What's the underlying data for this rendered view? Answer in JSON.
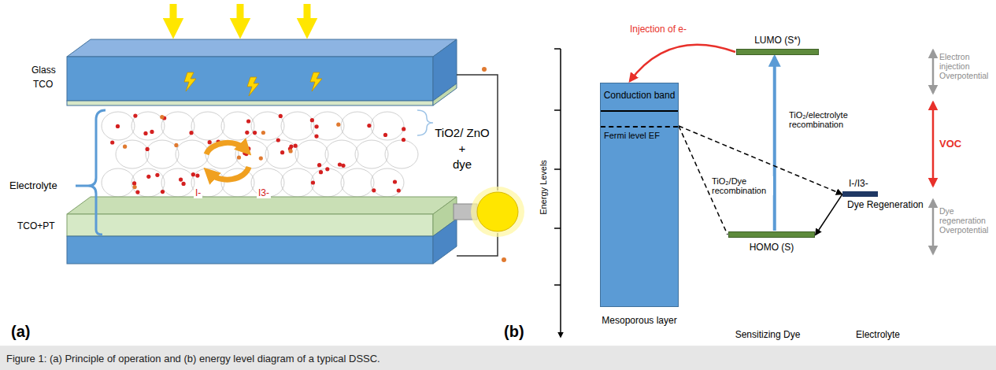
{
  "diagram": {
    "caption": "Figure 1: (a) Principle of operation and (b) energy level diagram of a typical DSSC.",
    "nodes": [
      {
        "text": [
          "Conduction band",
          "Fermi level EF",
          "Mesoporous layer"
        ]
      },
      {
        "text": [
          "LUMO (S*)"
        ]
      },
      {
        "text": [
          "HOMO (S)"
        ]
      },
      {
        "text": [
          "I-/I3-",
          "Dye Regeneration"
        ]
      }
    ],
    "edges": [
      {
        "from": 1,
        "to": 0,
        "arrow": "to",
        "label": "Injection of e-"
      },
      {
        "from": 2,
        "to": 1,
        "arrow": "to"
      },
      {
        "from": 0,
        "to": 2,
        "arrow": "none",
        "label": "TiO₂/Dye recombination"
      },
      {
        "from": 0,
        "to": 3,
        "arrow": "to",
        "label": "TiO₂/electrolyte recombination"
      },
      {
        "from": 3,
        "to": 2,
        "arrow": "to"
      }
    ],
    "labels": [
      "Glass",
      "TCO",
      "Electrolyte",
      "TCO+PT",
      "I-",
      "I3-",
      "TiO2/ ZnO",
      "+",
      "dye",
      "(a)",
      "Energy Levels",
      "Electron injection Overpotential",
      "VOC",
      "Dye regeneration Overpotential",
      "Sensitizing Dye",
      "Electrolyte",
      "(b)"
    ]
  }
}
